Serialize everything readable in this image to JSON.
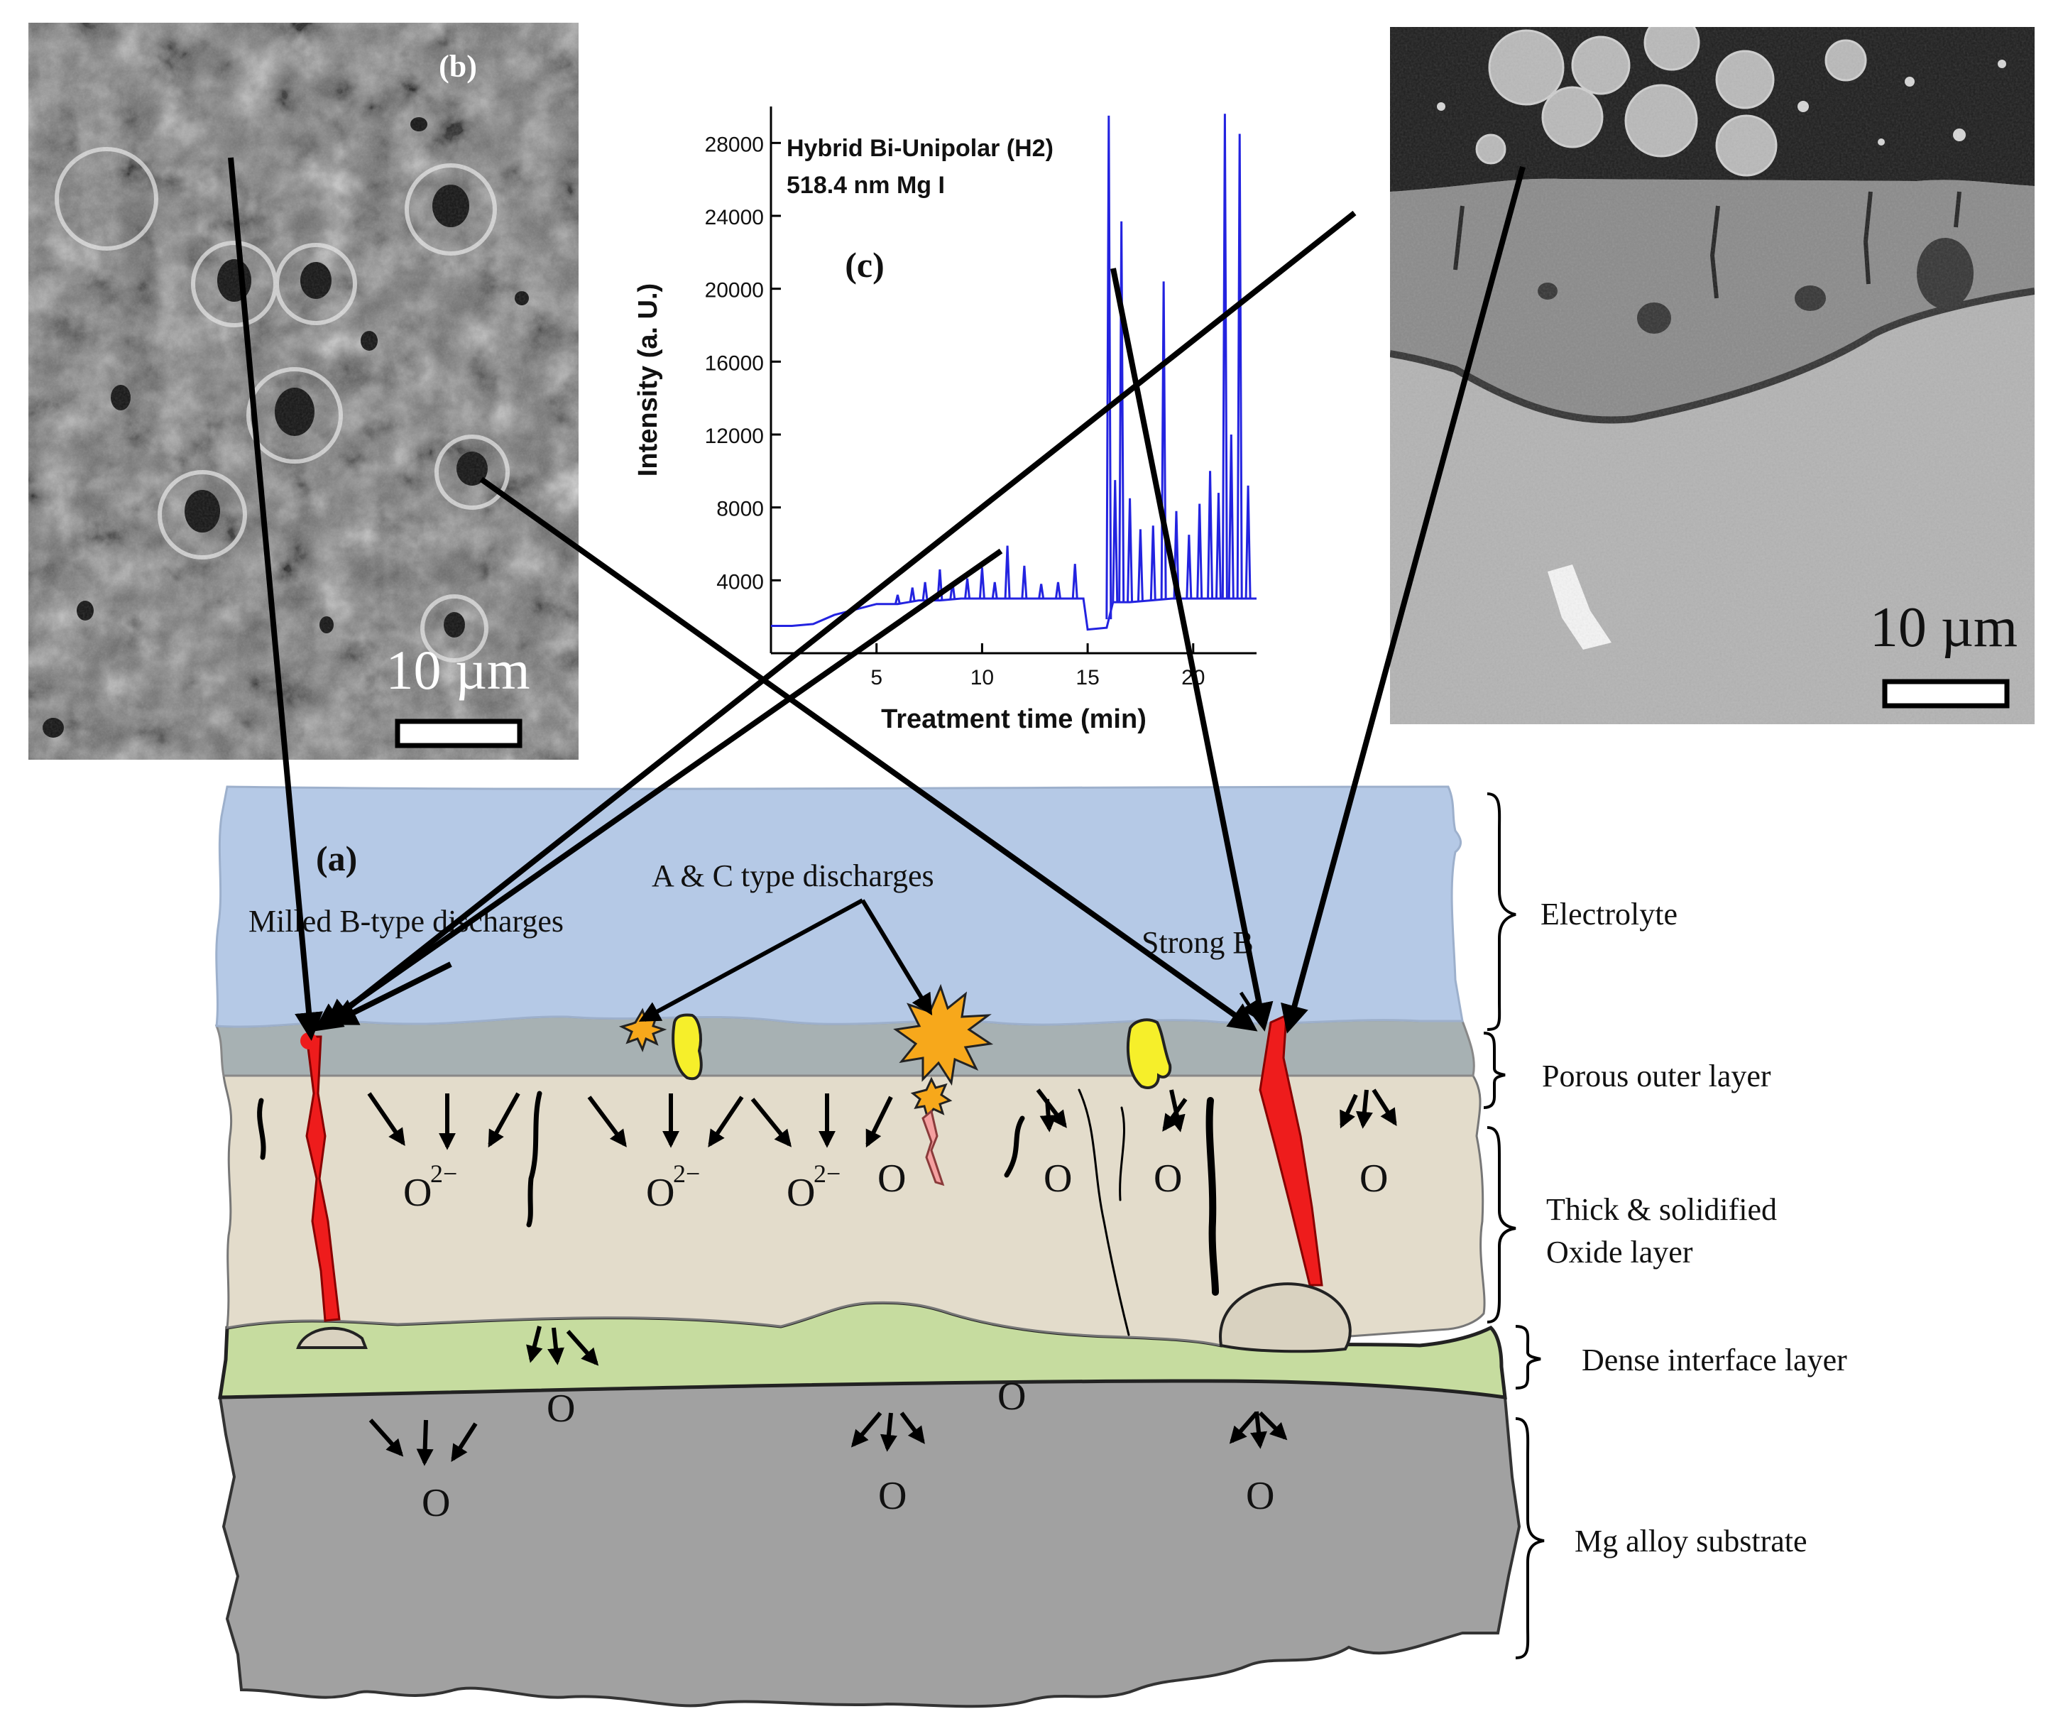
{
  "panels": {
    "b": {
      "tag": "(b)",
      "scale_label": "10 µm"
    },
    "c": {
      "tag": "(c)"
    },
    "a": {
      "tag": "(a)"
    },
    "sem": {
      "scale_label": "10 µm"
    }
  },
  "annotations": {
    "mild_b": "Milled B-type discharges",
    "ac_type": "A & C type discharges",
    "strong_b": "Strong B"
  },
  "layers": [
    {
      "label": "Electrolyte"
    },
    {
      "label": "Porous outer layer"
    },
    {
      "label_line1": "Thick & solidified",
      "label_line2": "Oxide layer"
    },
    {
      "label": "Dense interface layer"
    },
    {
      "label": "Mg alloy substrate"
    }
  ],
  "oxygen": {
    "o2": "O",
    "o2_sup": "2−",
    "o": "O"
  },
  "colors": {
    "electrolyte": "#b5c9e6",
    "porous": "#a7b1b3",
    "oxide": "#e3dccb",
    "interface": "#c6dc9f",
    "substrate": "#a1a1a1",
    "discharge_red": "#ee1c1c",
    "spark_orange": "#f7a81b",
    "spark_yellow": "#f6ef2a",
    "plot_line": "#2323e0"
  },
  "chart_data": {
    "type": "line",
    "title": "Hybrid Bi-Unipolar (H2)",
    "subtitle": "518.4 nm Mg I",
    "xlabel": "Treatment time (min)",
    "ylabel": "Intensity (a. U.)",
    "xlim": [
      0,
      23
    ],
    "ylim": [
      0,
      30000
    ],
    "xticks": [
      5,
      10,
      15,
      20
    ],
    "yticks": [
      4000,
      8000,
      12000,
      16000,
      20000,
      24000,
      28000
    ],
    "series": [
      {
        "x": [
          0,
          1,
          2,
          3,
          4,
          5,
          6,
          7,
          8,
          9,
          10,
          11,
          12,
          13,
          14,
          14.8,
          15,
          15.9,
          16.2,
          16.5,
          17,
          18,
          19,
          20,
          20.5,
          21,
          21.5,
          22,
          22.5,
          23
        ],
        "y": [
          1500,
          1500,
          1600,
          2100,
          2400,
          2700,
          2700,
          2900,
          2900,
          3000,
          3000,
          3000,
          3000,
          3000,
          3000,
          3000,
          1300,
          1400,
          2800,
          2800,
          2800,
          2900,
          3000,
          3000,
          3000,
          3000,
          3000,
          3000,
          3000,
          3000
        ]
      }
    ],
    "spikes": [
      {
        "x": 6.0,
        "y": 3200
      },
      {
        "x": 6.7,
        "y": 3600
      },
      {
        "x": 7.3,
        "y": 3900
      },
      {
        "x": 8.0,
        "y": 4600
      },
      {
        "x": 8.6,
        "y": 3900
      },
      {
        "x": 9.3,
        "y": 4100
      },
      {
        "x": 10.0,
        "y": 4700
      },
      {
        "x": 10.6,
        "y": 3900
      },
      {
        "x": 11.2,
        "y": 5900
      },
      {
        "x": 12.0,
        "y": 4800
      },
      {
        "x": 12.8,
        "y": 3800
      },
      {
        "x": 13.6,
        "y": 3900
      },
      {
        "x": 14.4,
        "y": 4900
      },
      {
        "x": 16.0,
        "y": 29500
      },
      {
        "x": 16.3,
        "y": 9500
      },
      {
        "x": 16.6,
        "y": 23700
      },
      {
        "x": 17.0,
        "y": 8500
      },
      {
        "x": 17.5,
        "y": 6800
      },
      {
        "x": 18.1,
        "y": 7000
      },
      {
        "x": 18.6,
        "y": 20400
      },
      {
        "x": 19.2,
        "y": 7800
      },
      {
        "x": 19.8,
        "y": 6500
      },
      {
        "x": 20.3,
        "y": 8200
      },
      {
        "x": 20.8,
        "y": 10000
      },
      {
        "x": 21.2,
        "y": 8800
      },
      {
        "x": 21.5,
        "y": 29600
      },
      {
        "x": 21.8,
        "y": 12000
      },
      {
        "x": 22.2,
        "y": 28500
      },
      {
        "x": 22.6,
        "y": 9200
      }
    ]
  }
}
